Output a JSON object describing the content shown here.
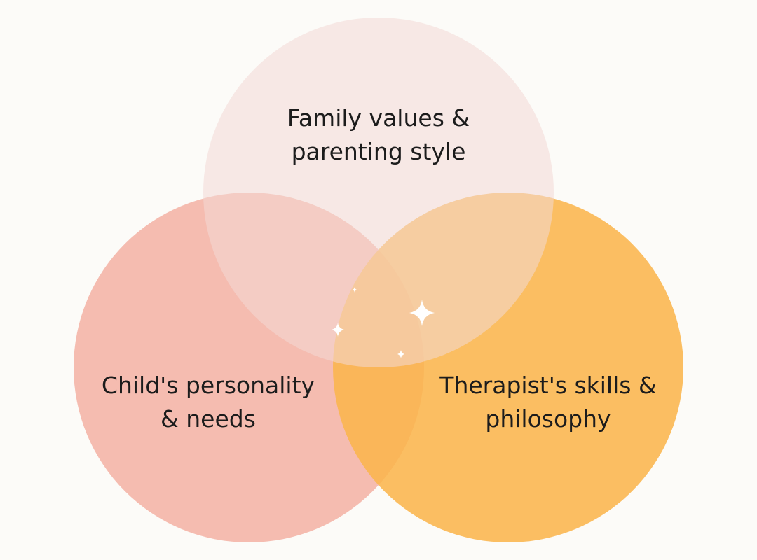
{
  "diagram": {
    "type": "venn",
    "sets": [
      {
        "id": "family",
        "lines": [
          "Family values &",
          "parenting style"
        ],
        "color": "#f3d8d6"
      },
      {
        "id": "child",
        "lines": [
          "Child's personality",
          "& needs"
        ],
        "color": "#f2a394"
      },
      {
        "id": "therapist",
        "lines": [
          "Therapist's skills &",
          "philosophy"
        ],
        "color": "#fbb54c"
      }
    ],
    "center_decoration": "sparkle-icons",
    "colors": {
      "background": "#fcfbf8",
      "text": "#1c1c1c",
      "sparkle": "#ffffff"
    }
  }
}
